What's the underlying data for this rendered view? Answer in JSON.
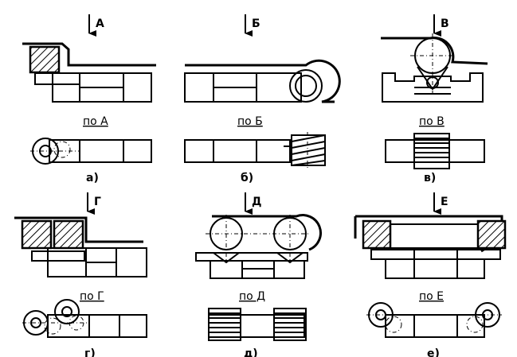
{
  "figures": [
    {
      "direction_label": "А",
      "view_caption": "по А",
      "panel_label": "а)"
    },
    {
      "direction_label": "Б",
      "view_caption": "по Б",
      "panel_label": "б)"
    },
    {
      "direction_label": "В",
      "view_caption": "по В",
      "panel_label": "в)"
    },
    {
      "direction_label": "Г",
      "view_caption": "по Г",
      "panel_label": "г)"
    },
    {
      "direction_label": "Д",
      "view_caption": "по Д",
      "panel_label": "д)"
    },
    {
      "direction_label": "Е",
      "view_caption": "по Е",
      "panel_label": "е)"
    }
  ]
}
